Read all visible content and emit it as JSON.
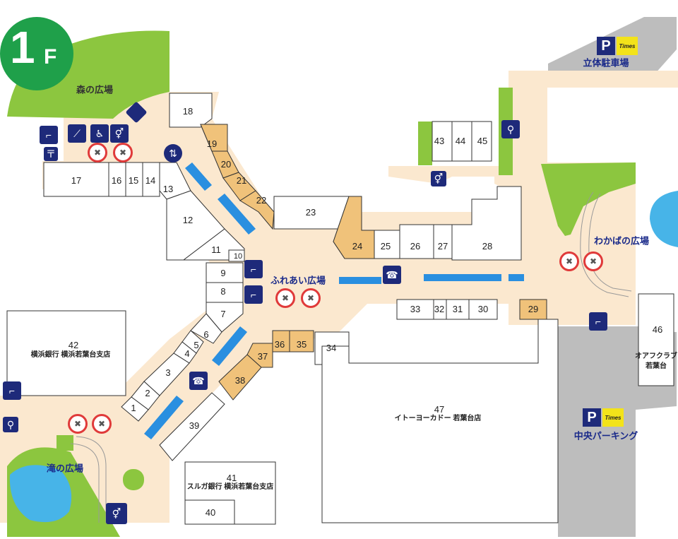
{
  "floor": {
    "number": "1",
    "suffix": "F"
  },
  "plazas": {
    "mori": "森の広場",
    "fureai": "ふれあい広場",
    "wakaba": "わかばの広場",
    "taki": "滝の広場"
  },
  "parking": {
    "tower": "立体駐車場",
    "central": "中央パーキング",
    "p_mark": "P",
    "times": "Times"
  },
  "stores": [
    {
      "id": "s1",
      "label": "1"
    },
    {
      "id": "s2",
      "label": "2"
    },
    {
      "id": "s3",
      "label": "3"
    },
    {
      "id": "s4",
      "label": "4"
    },
    {
      "id": "s5",
      "label": "5"
    },
    {
      "id": "s6",
      "label": "6"
    },
    {
      "id": "s7",
      "label": "7"
    },
    {
      "id": "s8",
      "label": "8"
    },
    {
      "id": "s9",
      "label": "9"
    },
    {
      "id": "s10",
      "label": "10"
    },
    {
      "id": "s11",
      "label": "11"
    },
    {
      "id": "s12",
      "label": "12"
    },
    {
      "id": "s13",
      "label": "13"
    },
    {
      "id": "s14",
      "label": "14"
    },
    {
      "id": "s15",
      "label": "15"
    },
    {
      "id": "s16",
      "label": "16"
    },
    {
      "id": "s17",
      "label": "17"
    },
    {
      "id": "s18",
      "label": "18"
    },
    {
      "id": "s19",
      "label": "19"
    },
    {
      "id": "s20",
      "label": "20"
    },
    {
      "id": "s21",
      "label": "21"
    },
    {
      "id": "s22",
      "label": "22"
    },
    {
      "id": "s23",
      "label": "23"
    },
    {
      "id": "s24",
      "label": "24"
    },
    {
      "id": "s25",
      "label": "25"
    },
    {
      "id": "s26",
      "label": "26"
    },
    {
      "id": "s27",
      "label": "27"
    },
    {
      "id": "s28",
      "label": "28"
    },
    {
      "id": "s29",
      "label": "29"
    },
    {
      "id": "s30",
      "label": "30"
    },
    {
      "id": "s31",
      "label": "31"
    },
    {
      "id": "s32",
      "label": "32"
    },
    {
      "id": "s33",
      "label": "33"
    },
    {
      "id": "s34",
      "label": "34"
    },
    {
      "id": "s35",
      "label": "35"
    },
    {
      "id": "s36",
      "label": "36"
    },
    {
      "id": "s37",
      "label": "37"
    },
    {
      "id": "s38",
      "label": "38"
    },
    {
      "id": "s39",
      "label": "39"
    },
    {
      "id": "s40",
      "label": "40"
    },
    {
      "id": "s43",
      "label": "43"
    },
    {
      "id": "s44",
      "label": "44"
    },
    {
      "id": "s45",
      "label": "45"
    }
  ],
  "named_stores": {
    "s41": {
      "number": "41",
      "name": "スルガ銀行 横浜若葉台支店"
    },
    "s42": {
      "number": "42",
      "name": "横浜銀行 横浜若葉台支店"
    },
    "s46": {
      "number": "46",
      "name_line1": "オアフクラブ",
      "name_line2": "若葉台"
    },
    "s47": {
      "number": "47",
      "name": "イトーヨーカドー 若葉台店"
    }
  },
  "colors": {
    "corridor": "#fbe8cf",
    "green": "#8cc63f",
    "water": "#47b4e8",
    "orange_store": "#f0c27a",
    "parking_gray": "#bdbdbd",
    "navy_icon": "#1e2a7a",
    "badge_green": "#1fa04a"
  },
  "icons": [
    "stairs-icon",
    "escalator-icon",
    "wheelchair-icon",
    "restroom-icon",
    "no-pets-icon",
    "no-bicycle-icon",
    "bicycle-parking-icon",
    "elevator-icon",
    "phone-icon",
    "postal-icon",
    "parking-icon",
    "times-logo-icon"
  ]
}
